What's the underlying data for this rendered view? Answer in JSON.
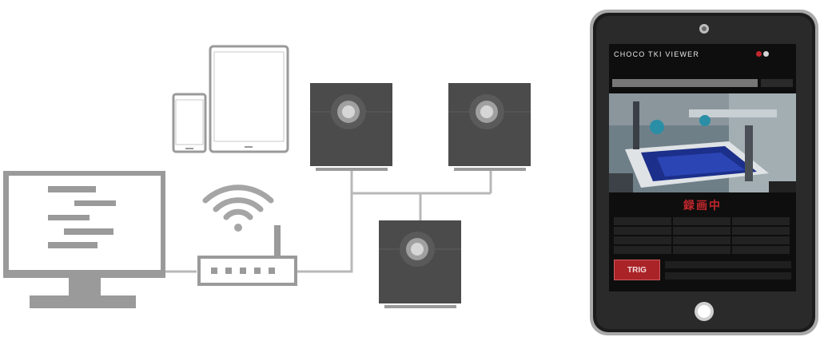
{
  "tablet": {
    "app_title": "CHOCO TKI VIEWER",
    "record_status": "録画中",
    "trigger_label": "TRIG",
    "colors": {
      "record_red": "#c1272d",
      "trigger_red": "#a92327"
    }
  },
  "icons": [
    "monitor-icon",
    "smartphone-icon",
    "tablet-icon",
    "wifi-icon",
    "router-icon",
    "camera-icon",
    "tablet-viewer-icon"
  ]
}
